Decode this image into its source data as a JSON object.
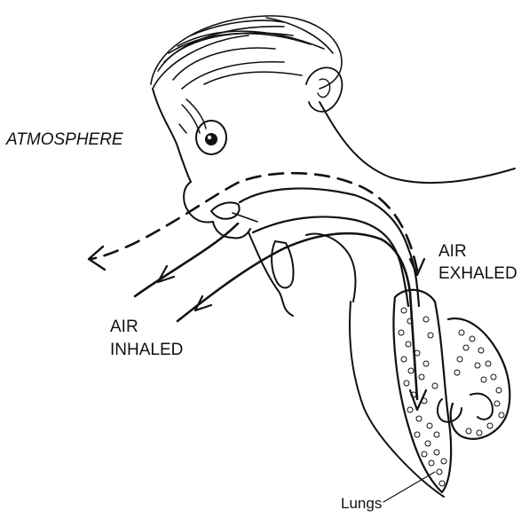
{
  "labels": {
    "atmosphere": "ATMOSPHERE",
    "air_exhaled_line1": "AIR",
    "air_exhaled_line2": "EXHALED",
    "air_inhaled_line1": "AIR",
    "air_inhaled_line2": "INHALED",
    "lungs": "Lungs"
  },
  "colors": {
    "ink": "#111111",
    "background": "#ffffff"
  }
}
